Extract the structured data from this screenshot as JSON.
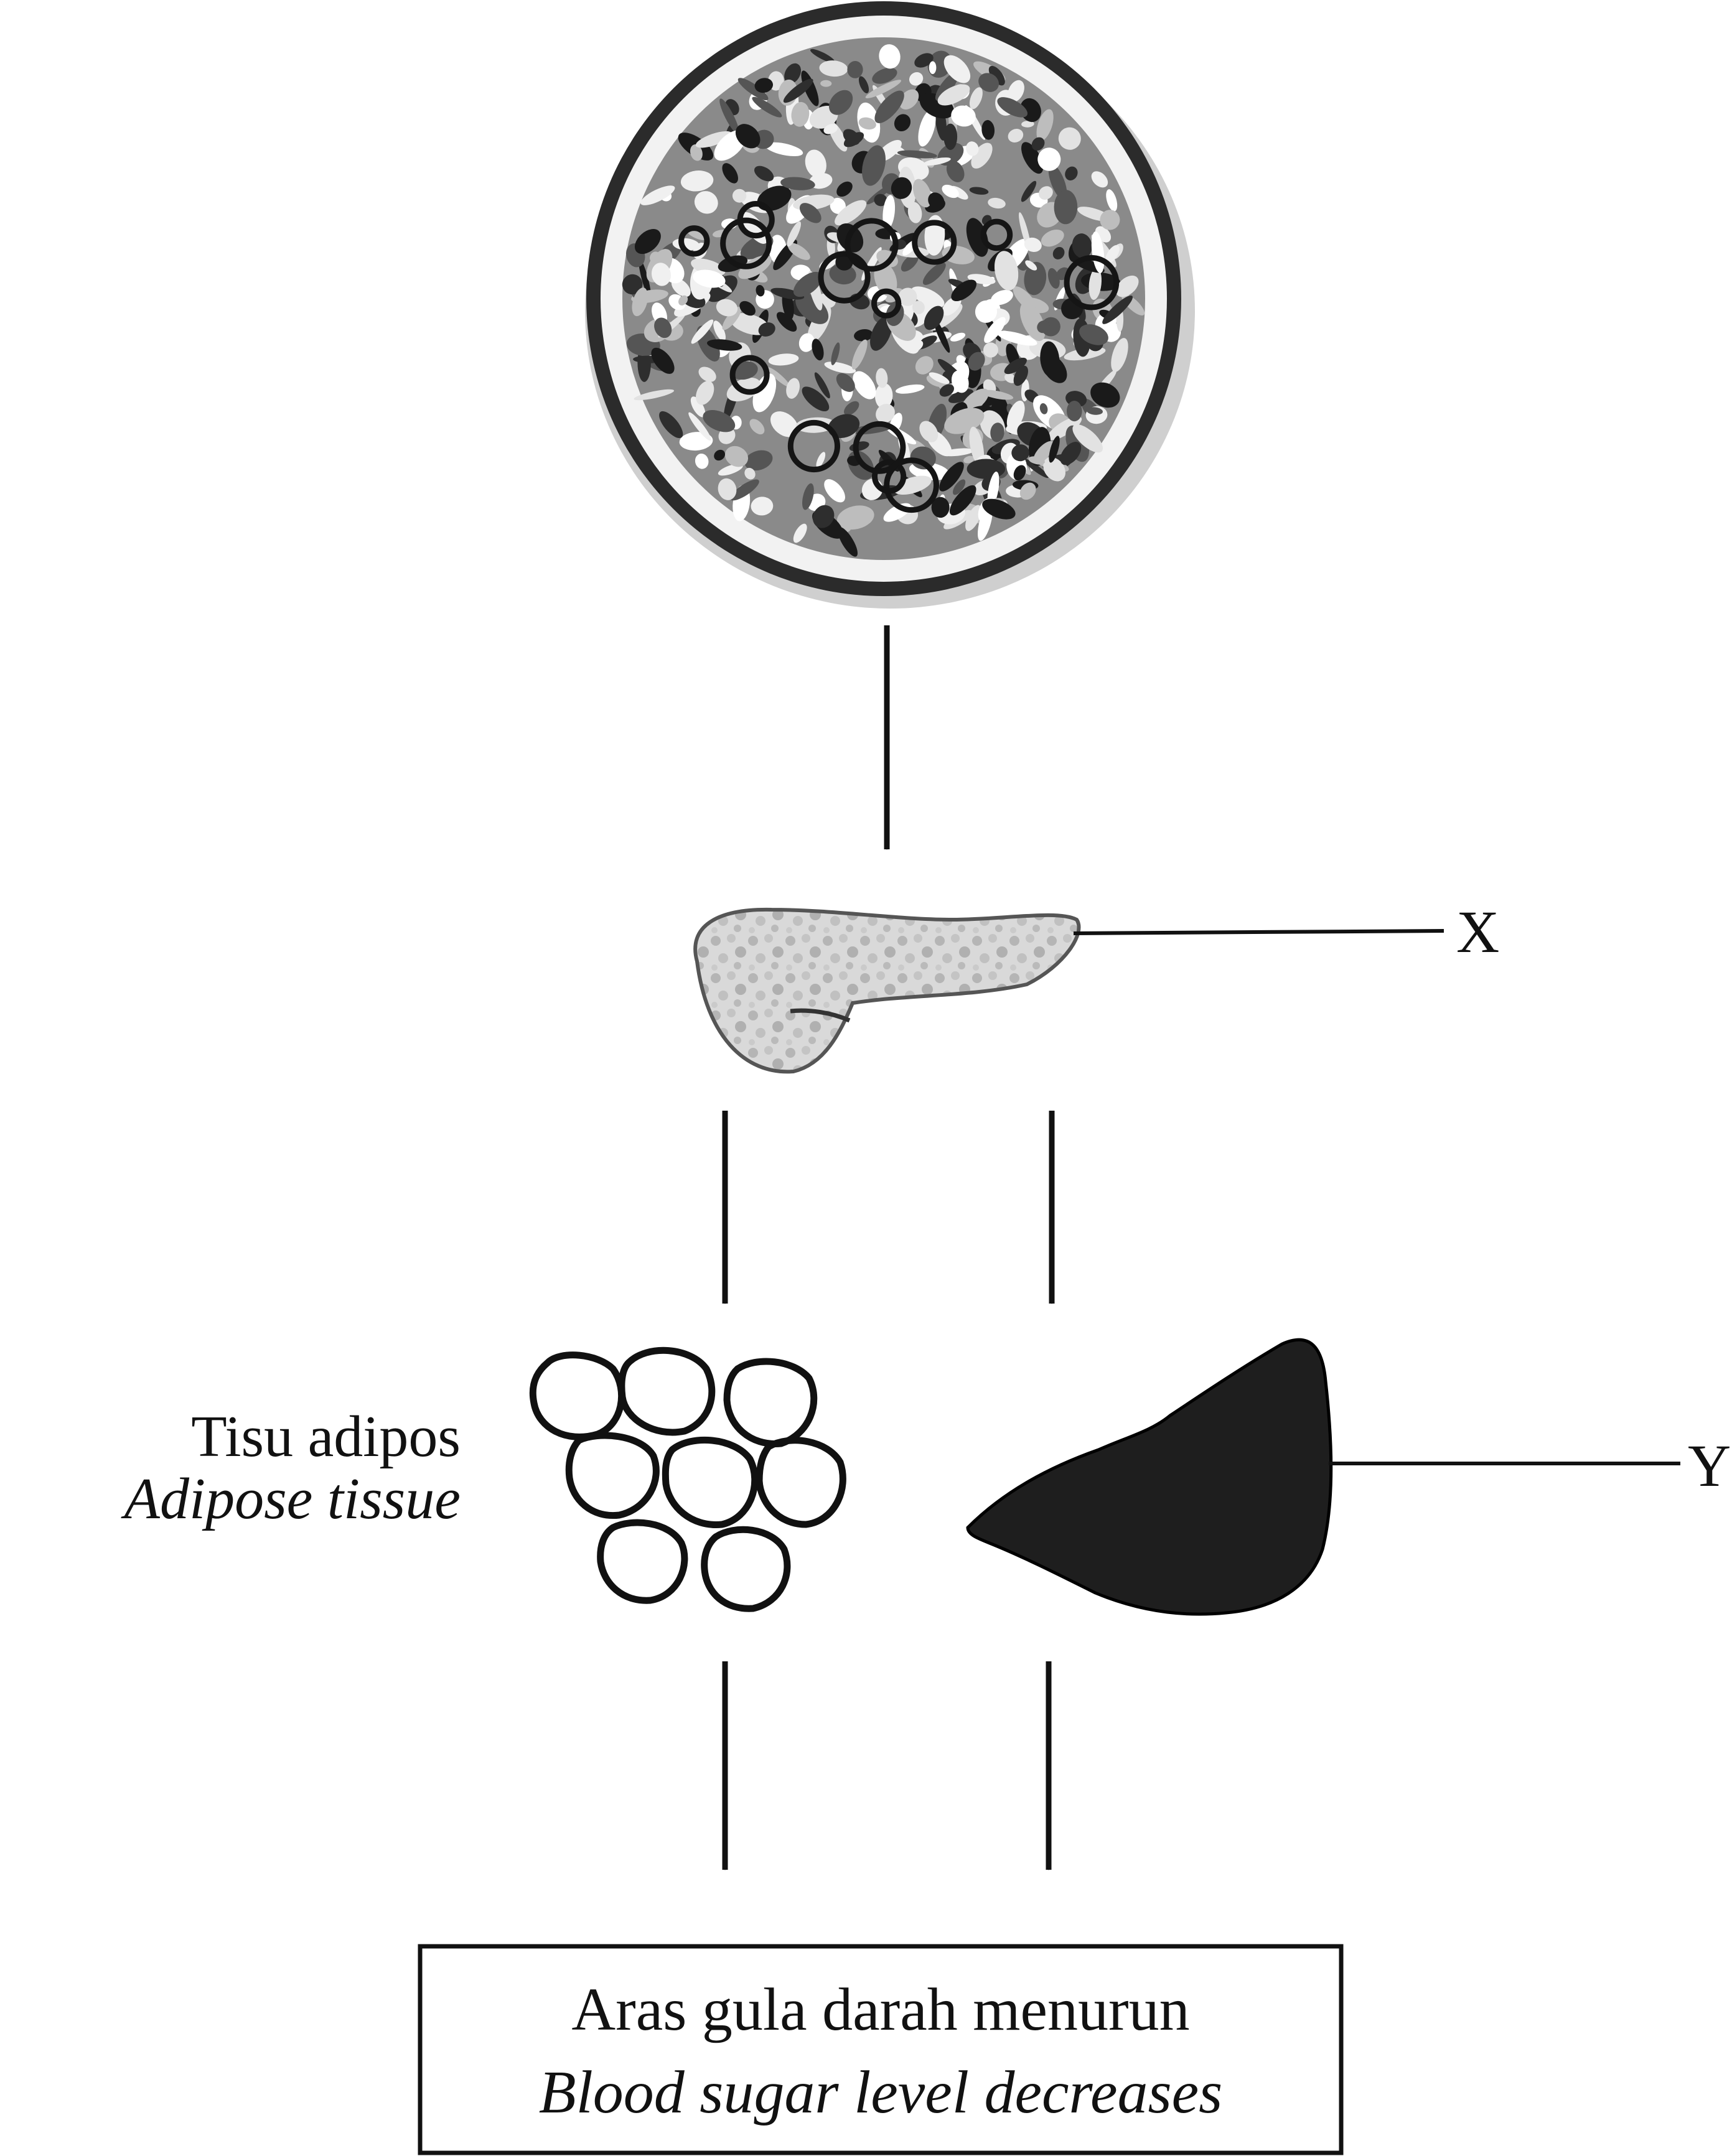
{
  "labels": {
    "x": "X",
    "y": "Y"
  },
  "adipose": {
    "malay": "Tisu adipos",
    "english": "Adipose tissue"
  },
  "result": {
    "malay": "Aras gula darah menurun",
    "english": "Blood sugar level decreases"
  }
}
